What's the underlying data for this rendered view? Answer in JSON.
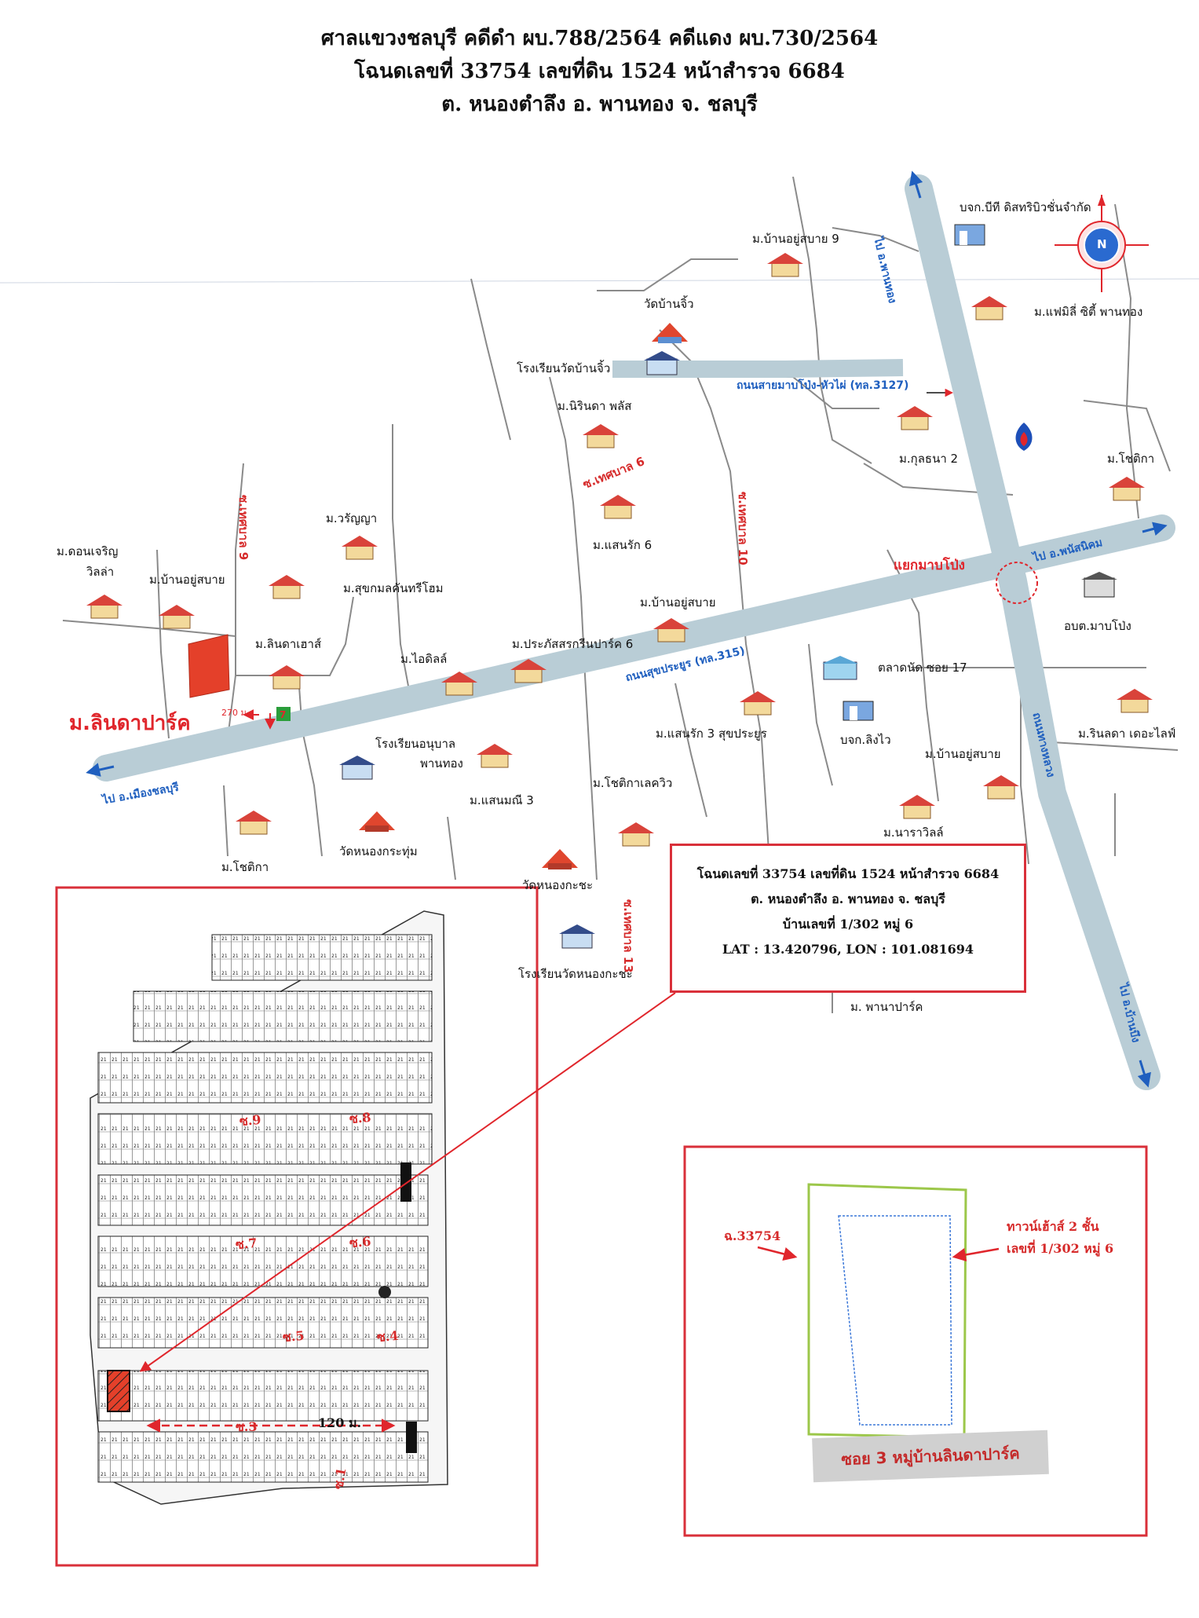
{
  "header": {
    "line1": "ศาลแขวงชลบุรี คดีดำ ผบ.788/2564 คดีแดง ผบ.730/2564",
    "line2": "โฉนดเลขที่ 33754 เลขที่ดิน 1524 หน้าสำรวจ 6684",
    "line3": "ต. หนองตำลึง อ. พานทอง จ. ชลบุรี"
  },
  "colors": {
    "road": "#b9cdd6",
    "accent_red": "#e0262c",
    "road_text": "#1f5fbf",
    "plot_fill": "#e4402a"
  },
  "compass": {
    "label": "N"
  },
  "map_labels": {
    "company_top": "บจก.บีที ดิสทริบิวชั่นจำกัด",
    "ban_yu_sabai_9": "ม.บ้านอยู่สบาย 9",
    "family_city": "ม.แฟมิลี่ ซิตี้ พานทอง",
    "wat_ban_chio": "วัดบ้านจิ้ว",
    "school_wat_ban_chio": "โรงเรียนวัดบ้านจิ้ว",
    "nirinda_plus": "ม.นิรินดา พลัส",
    "kunthana_2": "ม.กุลธนา 2",
    "chotika_east": "ม.โชติกา",
    "wanya": "ม.วรัญญา",
    "sansak_6": "ม.แสนรัก 6",
    "don_charoen": "ม.ดอนเจริญ",
    "villa": "วิลล่า",
    "ban_yu_sabai_w": "ม.บ้านอยู่สบาย",
    "suk_kamon": "ม.สุขกมลคันทรีโฮม",
    "ban_yu_sabai_c": "ม.บ้านอยู่สบาย",
    "lindahouse": "ม.ลินดาเฮาส์",
    "idyll": "ม.ไอดิลล์",
    "prasit_green": "ม.ประภัสสรกรีนปาร์ค 6",
    "market": "ตลาดนัด ซอย 17",
    "obt": "อบต.มาบโป่ง",
    "rinlada": "ม.รินลดา เดอะไลฟ์",
    "linda_park": "ม.ลินดาปาร์ค",
    "dist_270": "270 ม.",
    "kindergarten": "โรงเรียนอนุบาล",
    "phanthong": "พานทอง",
    "sansak_3": "ม.แสนรัก 3 สุขประยูร",
    "ling_wai": "บจก.ลิงไว",
    "ban_yu_sabai_se": "ม.บ้านอยู่สบาย",
    "chotika_lake": "ม.โชติกาเลควิว",
    "sanmanee_3": "ม.แสนมณี 3",
    "wat_nong_krathum": "วัดหนองกระทุ่ม",
    "chotika_sw": "ม.โชติกา",
    "wat_nong_kracha": "วัดหนองกะชะ",
    "school_nong_kracha": "โรงเรียนวัดหนองกะชะ",
    "naraville": "ม.นาราวิลล์",
    "phana_park": "ม. พานาปาร์ค",
    "intersection": "แยกมาบโป่ง"
  },
  "roads": {
    "to_chonburi": "ไป อ.เมืองชลบุรี",
    "sukprayoon": "ถนนสุขประยูร (ทล.315)",
    "to_phanat": "ไป อ.พนัสนิคม",
    "to_phanthong": "ไป อ.พานทอง",
    "mab_pong_hua_phai": "ถนนสายมาบโป่ง-หัวไผ่ (ทล.3127)",
    "highway_right": "ถนนทางหลวง",
    "to_ban_bueng": "ไป อ.บ้านบึง"
  },
  "streets": {
    "thetsaban_6": "ซ.เทศบาล 6",
    "thetsaban_9": "ซ.เทศบาล 9",
    "thetsaban_10": "ซ.เทศบาล 10",
    "thetsaban_13": "ซ.เทศบาล 13"
  },
  "infobox": {
    "line1": "โฉนดเลขที่ 33754 เลขที่ดิน 1524 หน้าสำรวจ 6684",
    "line2": "ต. หนองตำลึง อ. พานทอง จ. ชลบุรี",
    "line3": "บ้านเลขที่ 1/302 หมู่ 6",
    "line4": "LAT : 13.420796, LON : 101.081694"
  },
  "layout_plan": {
    "soi_labels": [
      "ซ.9",
      "ซ.8",
      "ซ.7",
      "ซ.6",
      "ซ.5",
      "ซ.4",
      "ซ.3",
      "ซ.1"
    ],
    "distance_120": "120 ม."
  },
  "plot_detail": {
    "deed_label": "ฉ.33754",
    "house_label_1": "ทาวน์เฮ้าส์ 2 ชั้น",
    "house_label_2": "เลขที่ 1/302 หมู่ 6",
    "soi_box": "ซอย 3 หมู่บ้านลินดาปาร์ค"
  }
}
